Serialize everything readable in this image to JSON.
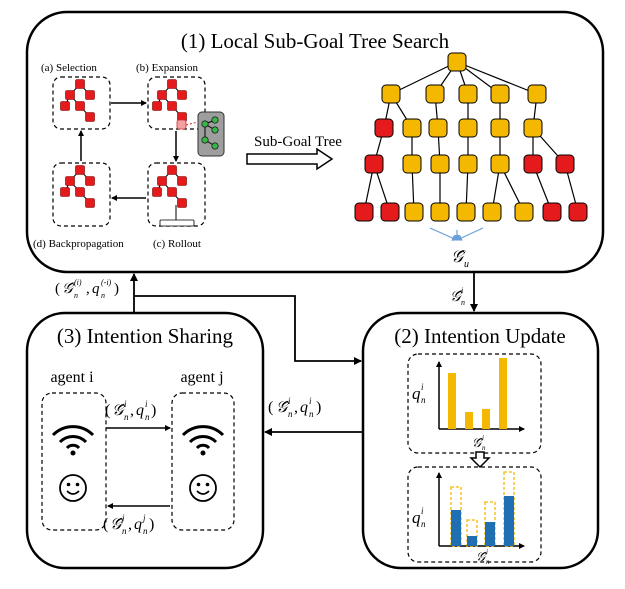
{
  "panels": {
    "search_title": "(1) Local Sub-Goal Tree Search",
    "sharing_title": "(3) Intention Sharing",
    "update_title": "(2) Intention Update"
  },
  "mcts": {
    "selection": "(a) Selection",
    "expansion": "(b) Expansion",
    "rollout": "(c) Rollout",
    "backpropagation": "(d) Backpropagation"
  },
  "arrow_label_subgoal_tree": "Sub-Goal Tree",
  "agents": {
    "agent_i": "agent i",
    "agent_j": "agent j"
  },
  "math": {
    "G": "𝒢̂",
    "q": "q",
    "sub_n": "n",
    "sup_i": "i",
    "sup_j": "j",
    "sub_u": "u",
    "sup_paren_i": "(i)",
    "sub_minus_i": "(-i)",
    "comma": ","
  },
  "colors": {
    "red": "#e41a1c",
    "yellow": "#f5b800",
    "blue": "#1f6fb2",
    "arrow_blue": "#6aa0d8",
    "gray_node": "#9e9e9e",
    "green_node": "#3bb34a"
  }
}
